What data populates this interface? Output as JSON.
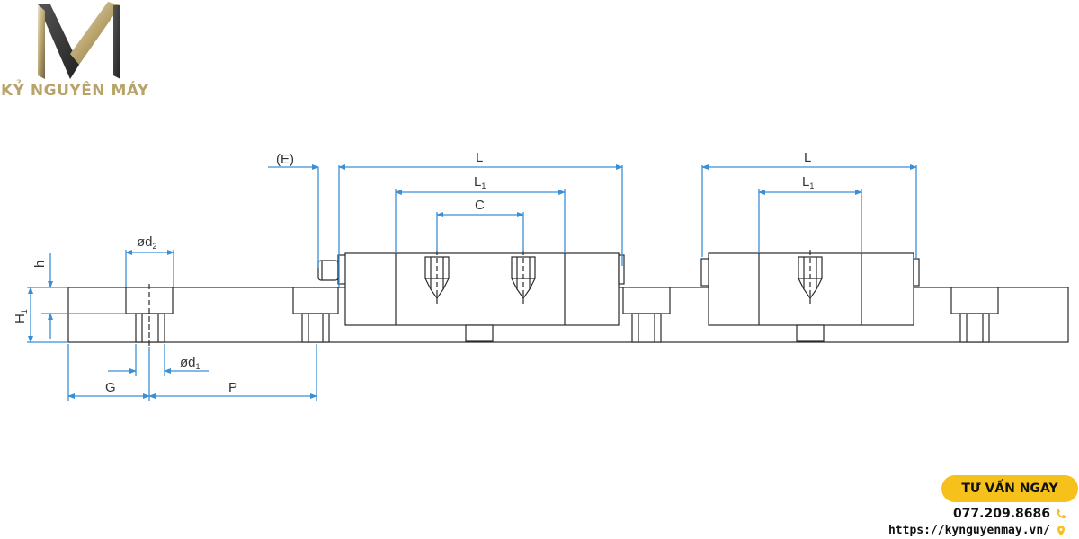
{
  "brand": {
    "name": "KỶ NGUYÊN MÁY",
    "colors": {
      "gold": "#b8a36a",
      "dark": "#3a3a3a"
    }
  },
  "diagram": {
    "line_color": "#2a2a2a",
    "dimension_color": "#3b8fd6",
    "labels": {
      "E": "(E)",
      "L": "L",
      "L1": "L",
      "L1_sub": "1",
      "C": "C",
      "h": "h",
      "H1": "H",
      "H1_sub": "1",
      "d2": "ød",
      "d2_sub": "2",
      "d1": "ød",
      "d1_sub": "1",
      "G": "G",
      "P": "P"
    }
  },
  "contact": {
    "cta_label": "TƯ VẤN NGAY",
    "cta_color": "#f6c11b",
    "phone": "077.209.8686",
    "website": "https://kynguyenmay.vn/",
    "phone_icon": "phone-icon",
    "location_icon": "location-pin-icon"
  }
}
